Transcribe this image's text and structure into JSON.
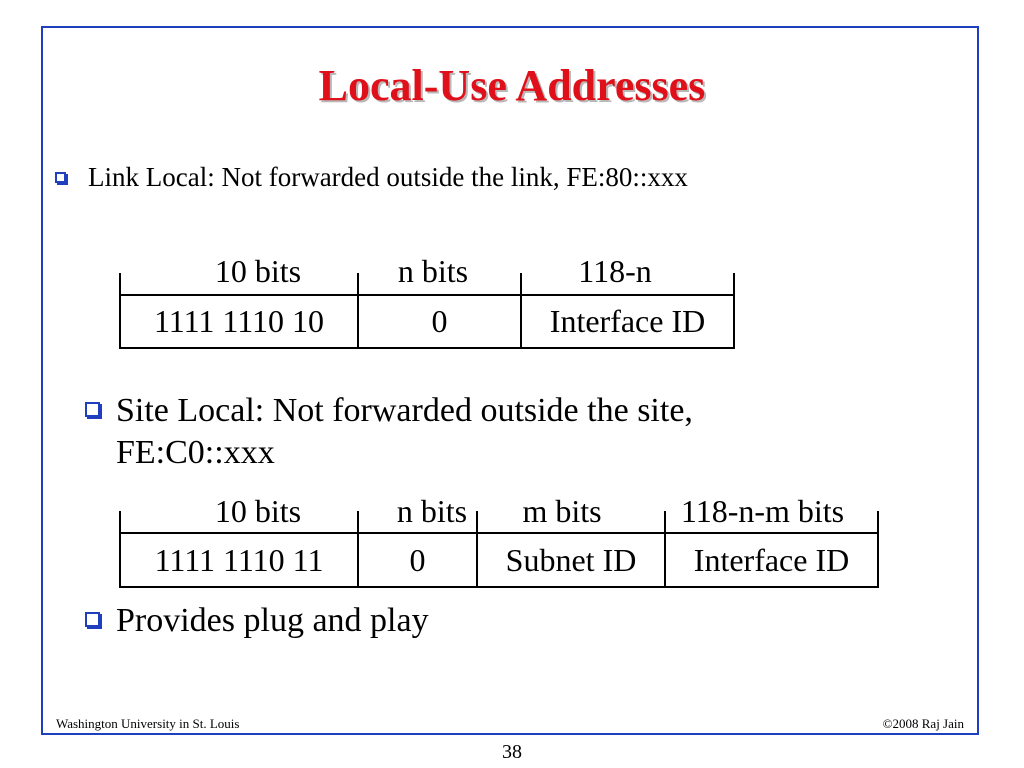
{
  "slide": {
    "title": "Local-Use Addresses",
    "bullets": [
      {
        "line1": "Link Local: Not forwarded outside the link, FE:80::xxx"
      },
      {
        "line1": "Site Local: Not forwarded outside the site,",
        "line2": "FE:C0::xxx"
      },
      {
        "line1": "Provides plug and play"
      }
    ],
    "link_local_table": {
      "labels": [
        "10 bits",
        "n bits",
        "118-n"
      ],
      "cells": [
        "1111 1110 10",
        "0",
        "Interface ID"
      ]
    },
    "site_local_table": {
      "labels": [
        "10 bits",
        "n bits",
        "m bits",
        "118-n-m bits"
      ],
      "cells": [
        "1111 1110 11",
        "0",
        "Subnet ID",
        "Interface ID"
      ]
    },
    "footer": {
      "left": "Washington University in St. Louis",
      "right": "©2008 Raj Jain",
      "page": "38"
    }
  }
}
